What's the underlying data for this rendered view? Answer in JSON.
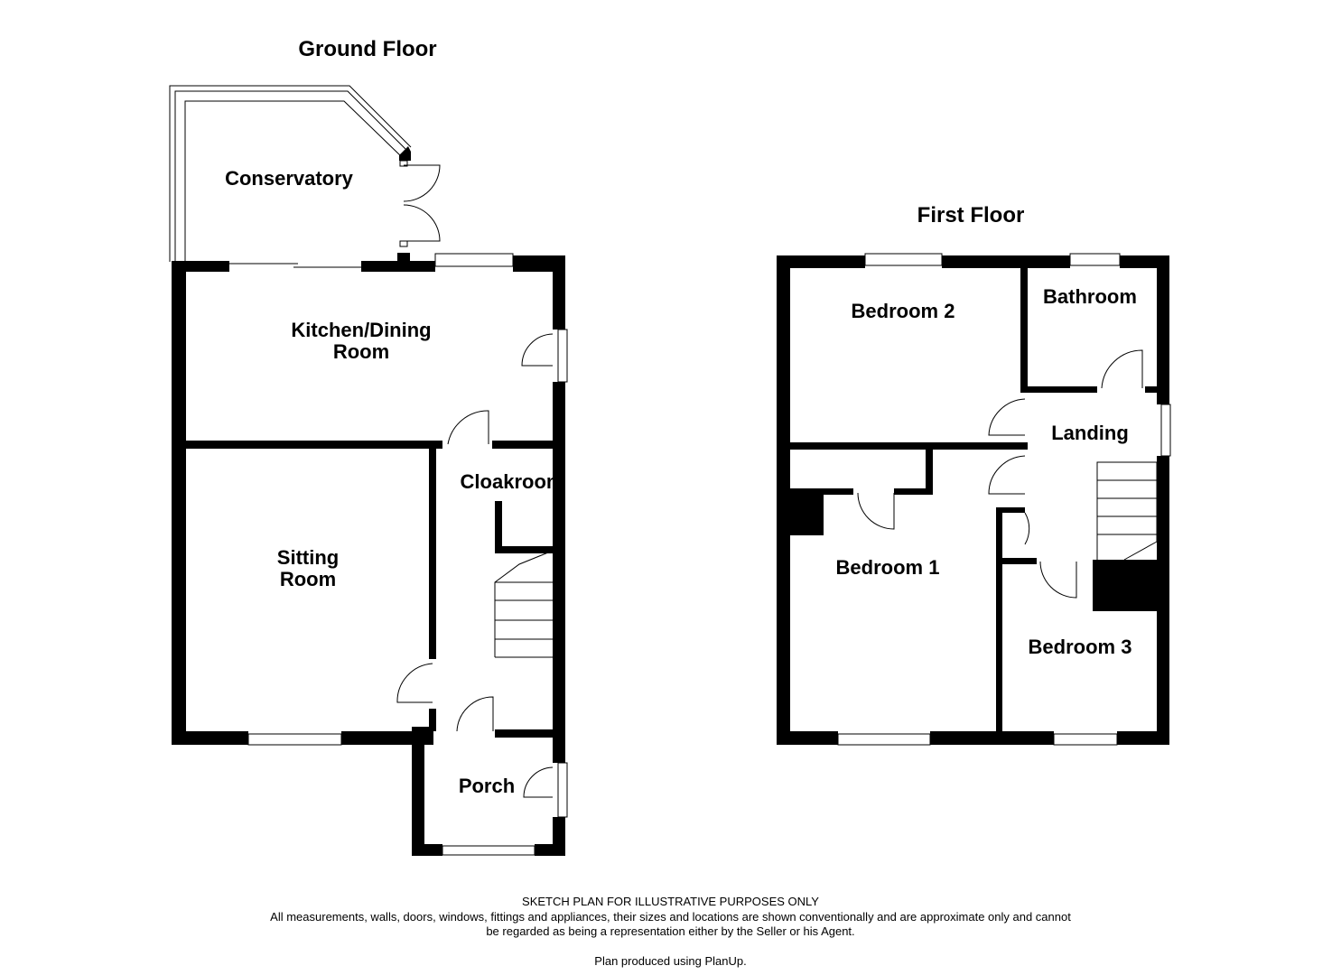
{
  "ground_floor": {
    "title": "Ground Floor",
    "rooms": {
      "conservatory": "Conservatory",
      "kitchen_line1": "Kitchen/Dining",
      "kitchen_line2": "Room",
      "sitting_line1": "Sitting",
      "sitting_line2": "Room",
      "cloakroom": "Cloakroom",
      "porch": "Porch"
    }
  },
  "first_floor": {
    "title": "First Floor",
    "rooms": {
      "bedroom2": "Bedroom 2",
      "bathroom": "Bathroom",
      "landing": "Landing",
      "bedroom1": "Bedroom 1",
      "bedroom3": "Bedroom 3"
    }
  },
  "footer": {
    "disclaimer_title": "SKETCH PLAN FOR ILLUSTRATIVE PURPOSES ONLY",
    "disclaimer_line1": "All measurements, walls, doors, windows, fittings and appliances, their sizes and locations are shown conventionally and are approximate only and cannot",
    "disclaimer_line2": "be regarded as being a representation either by the Seller or his Agent.",
    "credit": "Plan produced using PlanUp."
  },
  "colors": {
    "walls": "#000000",
    "background": "#ffffff"
  }
}
